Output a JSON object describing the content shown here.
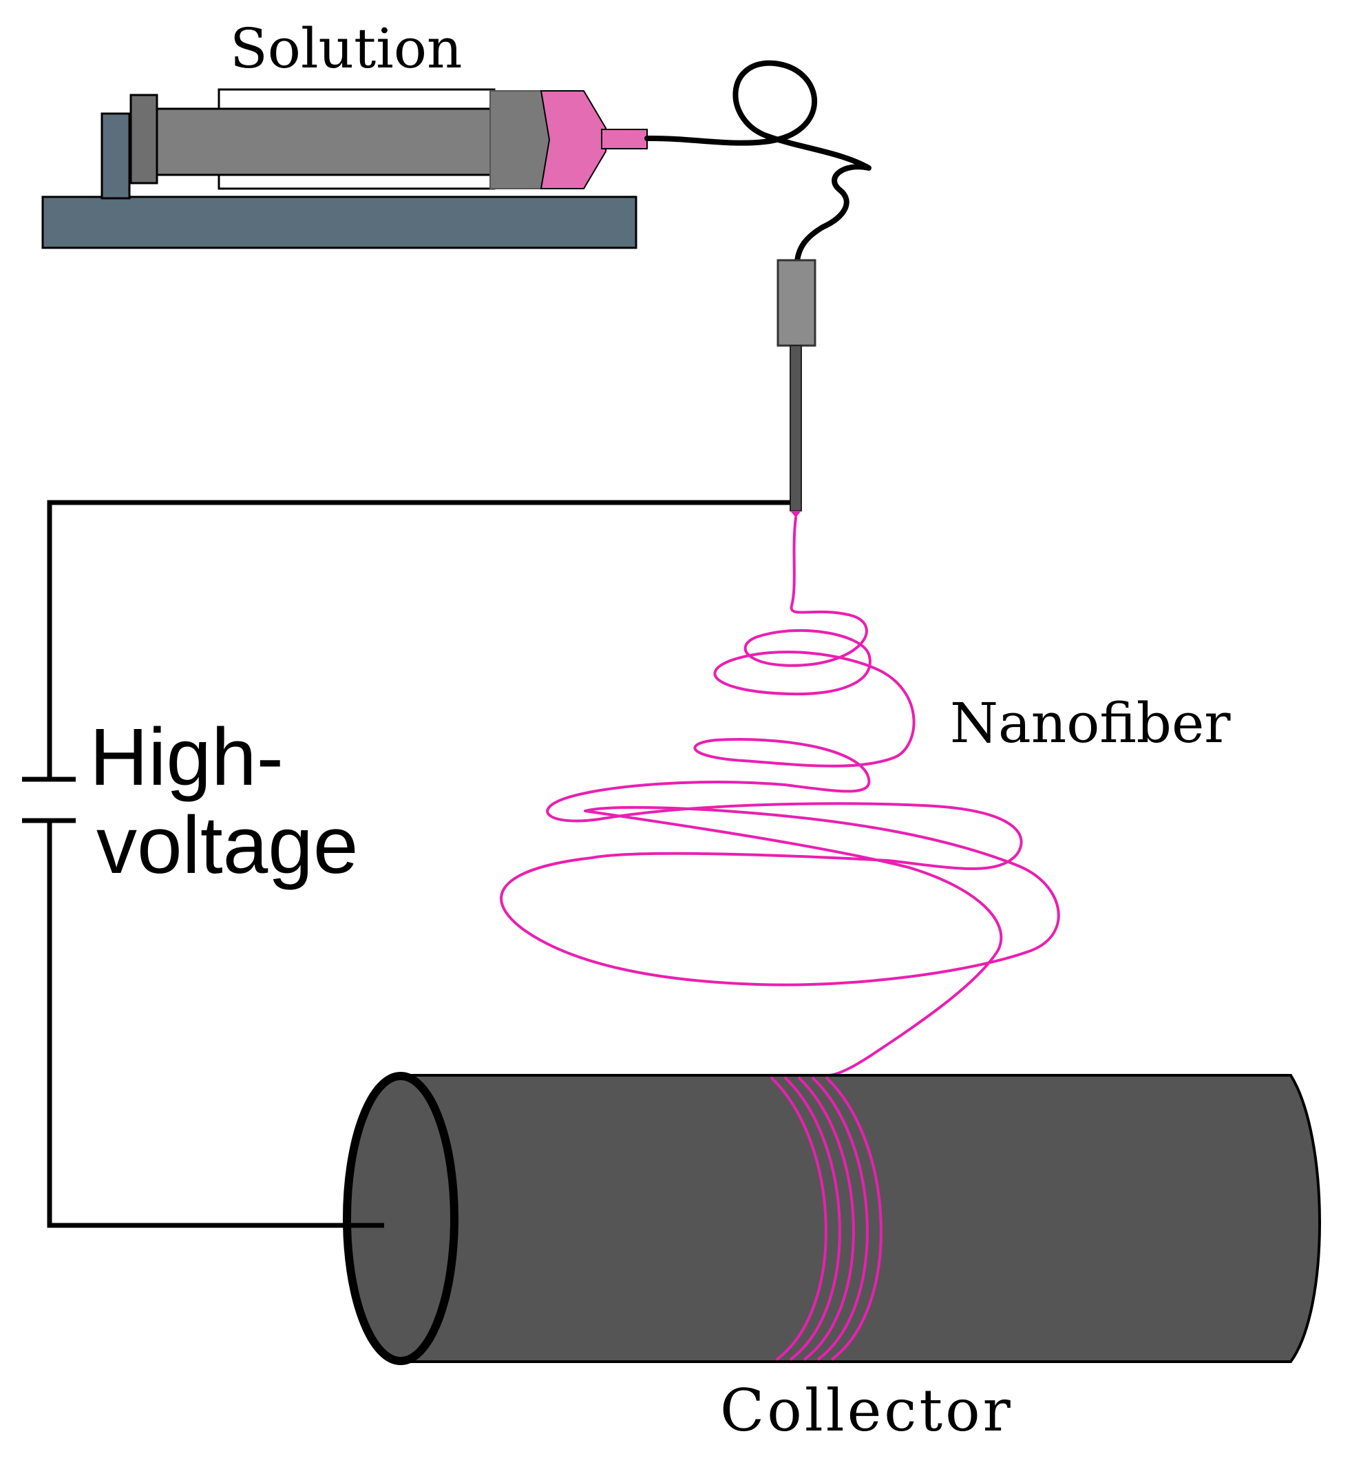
{
  "labels": {
    "solution": "Solution",
    "nanofiber": "Nanofiber",
    "high_voltage_line1": "High-",
    "high_voltage_line2": "voltage",
    "collector": "Collector"
  },
  "colors": {
    "background": "#ffffff",
    "stand": "#5a6e7b",
    "syringe_barrel": "#7f7f7f",
    "plunger": "#6f6f6f",
    "solution_pink": "#e36cb3",
    "fiber_magenta": "#e920b0",
    "nozzle": "#8c8c8c",
    "needle": "#555555",
    "collector_body": "#555555",
    "wire": "#000000"
  }
}
